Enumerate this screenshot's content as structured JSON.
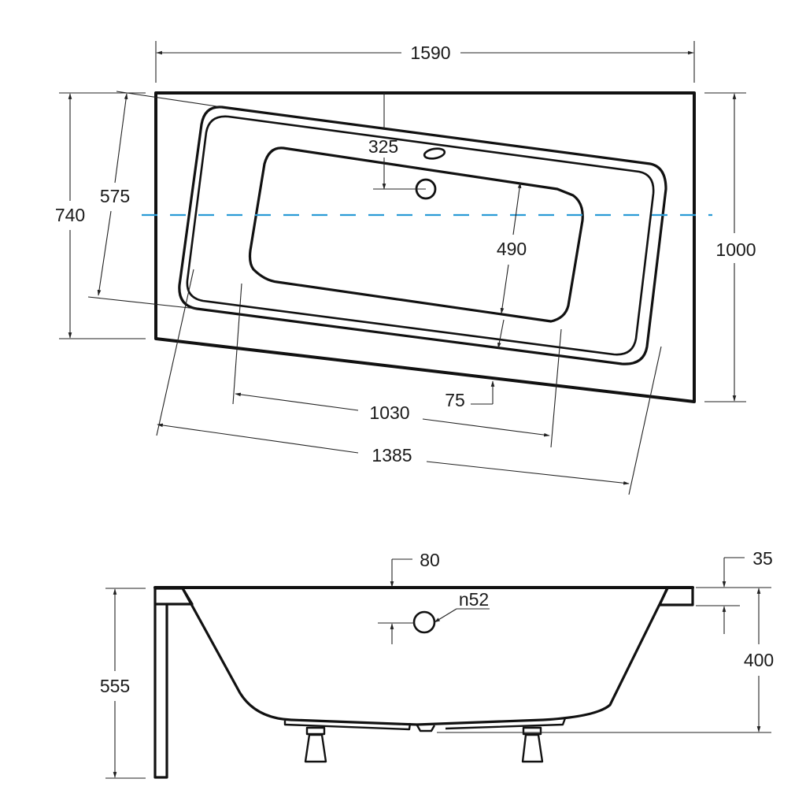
{
  "diagram": {
    "type": "technical-drawing",
    "subject": "corner bathtub",
    "axis_color": "#2a9bd6",
    "line_color": "#111111",
    "top_view": {
      "overall_width": "1590",
      "overall_depth_right": "1000",
      "overall_depth_left": "740",
      "left_end_width": "575",
      "inner_basin_width": "490",
      "drain_offset": "325",
      "rim_offset": "75",
      "inner_basin_length": "1030",
      "outer_length": "1385"
    },
    "side_view": {
      "overflow_offset": "80",
      "drain_diameter": "n52",
      "rim_thickness": "35",
      "inner_depth": "400",
      "total_height": "555"
    }
  }
}
